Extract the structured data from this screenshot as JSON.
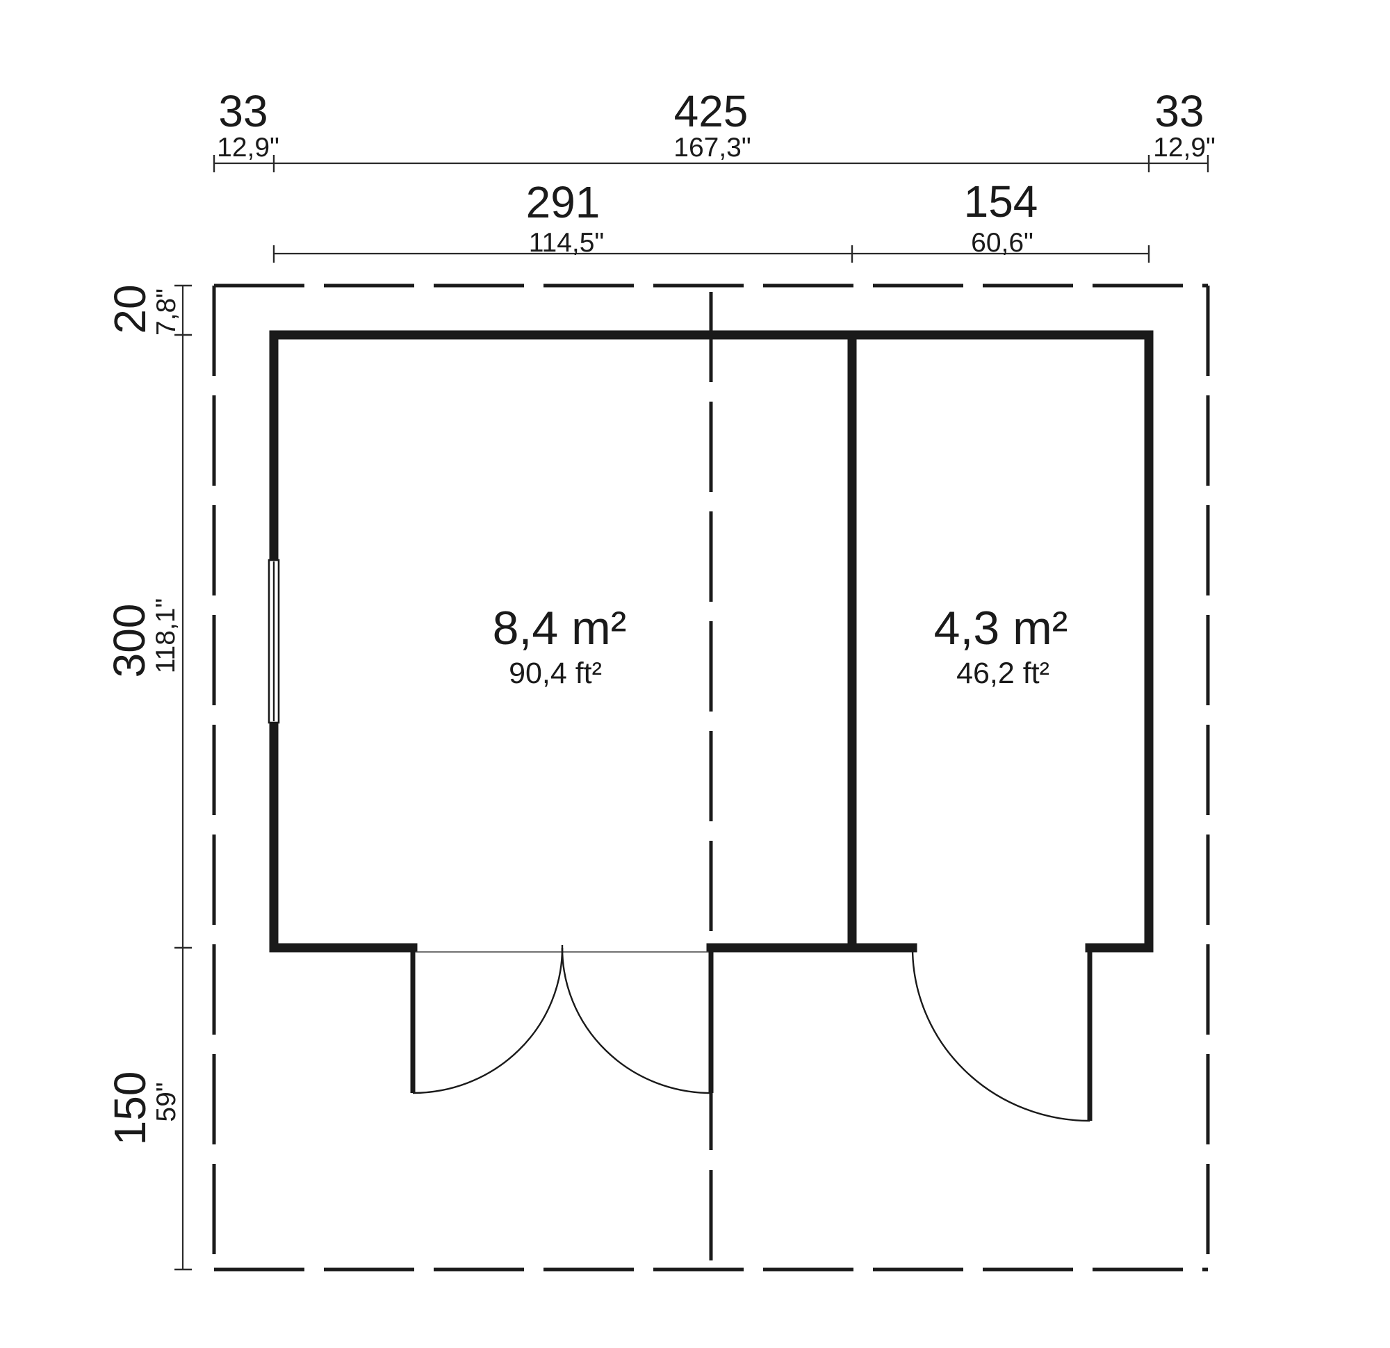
{
  "plan": {
    "dimensions": {
      "top_overall": [
        {
          "cm": "33",
          "in": "12,9\""
        },
        {
          "cm": "425",
          "in": "167,3\""
        },
        {
          "cm": "33",
          "in": "12,9\""
        }
      ],
      "top_rooms": [
        {
          "cm": "291",
          "in": "114,5\""
        },
        {
          "cm": "154",
          "in": "60,6\""
        }
      ],
      "left": [
        {
          "cm": "20",
          "in": "7,8\""
        },
        {
          "cm": "300",
          "in": "118,1\""
        },
        {
          "cm": "150",
          "in": "59\""
        }
      ]
    },
    "rooms": [
      {
        "area_m2": "8,4 m²",
        "area_ft2": "90,4 ft²"
      },
      {
        "area_m2": "4,3 m²",
        "area_ft2": "46,2 ft²"
      }
    ],
    "colors": {
      "line": "#1a1a1a",
      "background": "#ffffff"
    }
  }
}
